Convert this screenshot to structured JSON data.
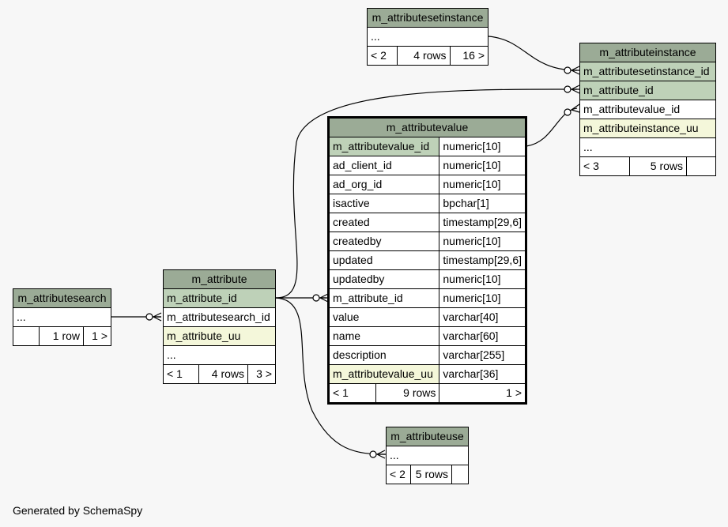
{
  "tables": {
    "setinstance": {
      "name": "m_attributesetinstance",
      "ellipsis": "...",
      "footer": [
        "< 2",
        "4 rows",
        "16 >"
      ]
    },
    "instance": {
      "name": "m_attributeinstance",
      "columns": [
        "m_attributesetinstance_id",
        "m_attribute_id",
        "m_attributevalue_id",
        "m_attributeinstance_uu"
      ],
      "ellipsis": "...",
      "footer": [
        "< 3",
        "5 rows",
        ""
      ]
    },
    "value": {
      "name": "m_attributevalue",
      "columns": [
        {
          "name": "m_attributevalue_id",
          "type": "numeric[10]"
        },
        {
          "name": "ad_client_id",
          "type": "numeric[10]"
        },
        {
          "name": "ad_org_id",
          "type": "numeric[10]"
        },
        {
          "name": "isactive",
          "type": "bpchar[1]"
        },
        {
          "name": "created",
          "type": "timestamp[29,6]"
        },
        {
          "name": "createdby",
          "type": "numeric[10]"
        },
        {
          "name": "updated",
          "type": "timestamp[29,6]"
        },
        {
          "name": "updatedby",
          "type": "numeric[10]"
        },
        {
          "name": "m_attribute_id",
          "type": "numeric[10]"
        },
        {
          "name": "value",
          "type": "varchar[40]"
        },
        {
          "name": "name",
          "type": "varchar[60]"
        },
        {
          "name": "description",
          "type": "varchar[255]"
        },
        {
          "name": "m_attributevalue_uu",
          "type": "varchar[36]"
        }
      ],
      "footer": [
        "< 1",
        "9 rows",
        "1 >"
      ]
    },
    "attribute": {
      "name": "m_attribute",
      "columns": [
        "m_attribute_id",
        "m_attributesearch_id",
        "m_attribute_uu"
      ],
      "ellipsis": "...",
      "footer": [
        "< 1",
        "4 rows",
        "3 >"
      ]
    },
    "search": {
      "name": "m_attributesearch",
      "ellipsis": "...",
      "footer": [
        "",
        "1 row",
        "1 >"
      ]
    },
    "use": {
      "name": "m_attributeuse",
      "ellipsis": "...",
      "footer": [
        "< 2",
        "5 rows",
        ""
      ]
    }
  },
  "footer_text": "Generated by SchemaSpy",
  "colors": {
    "header": "#9bab96",
    "primary_key": "#bed1b8",
    "indexed": "#f4f7da",
    "background": "#f7f7f7"
  }
}
